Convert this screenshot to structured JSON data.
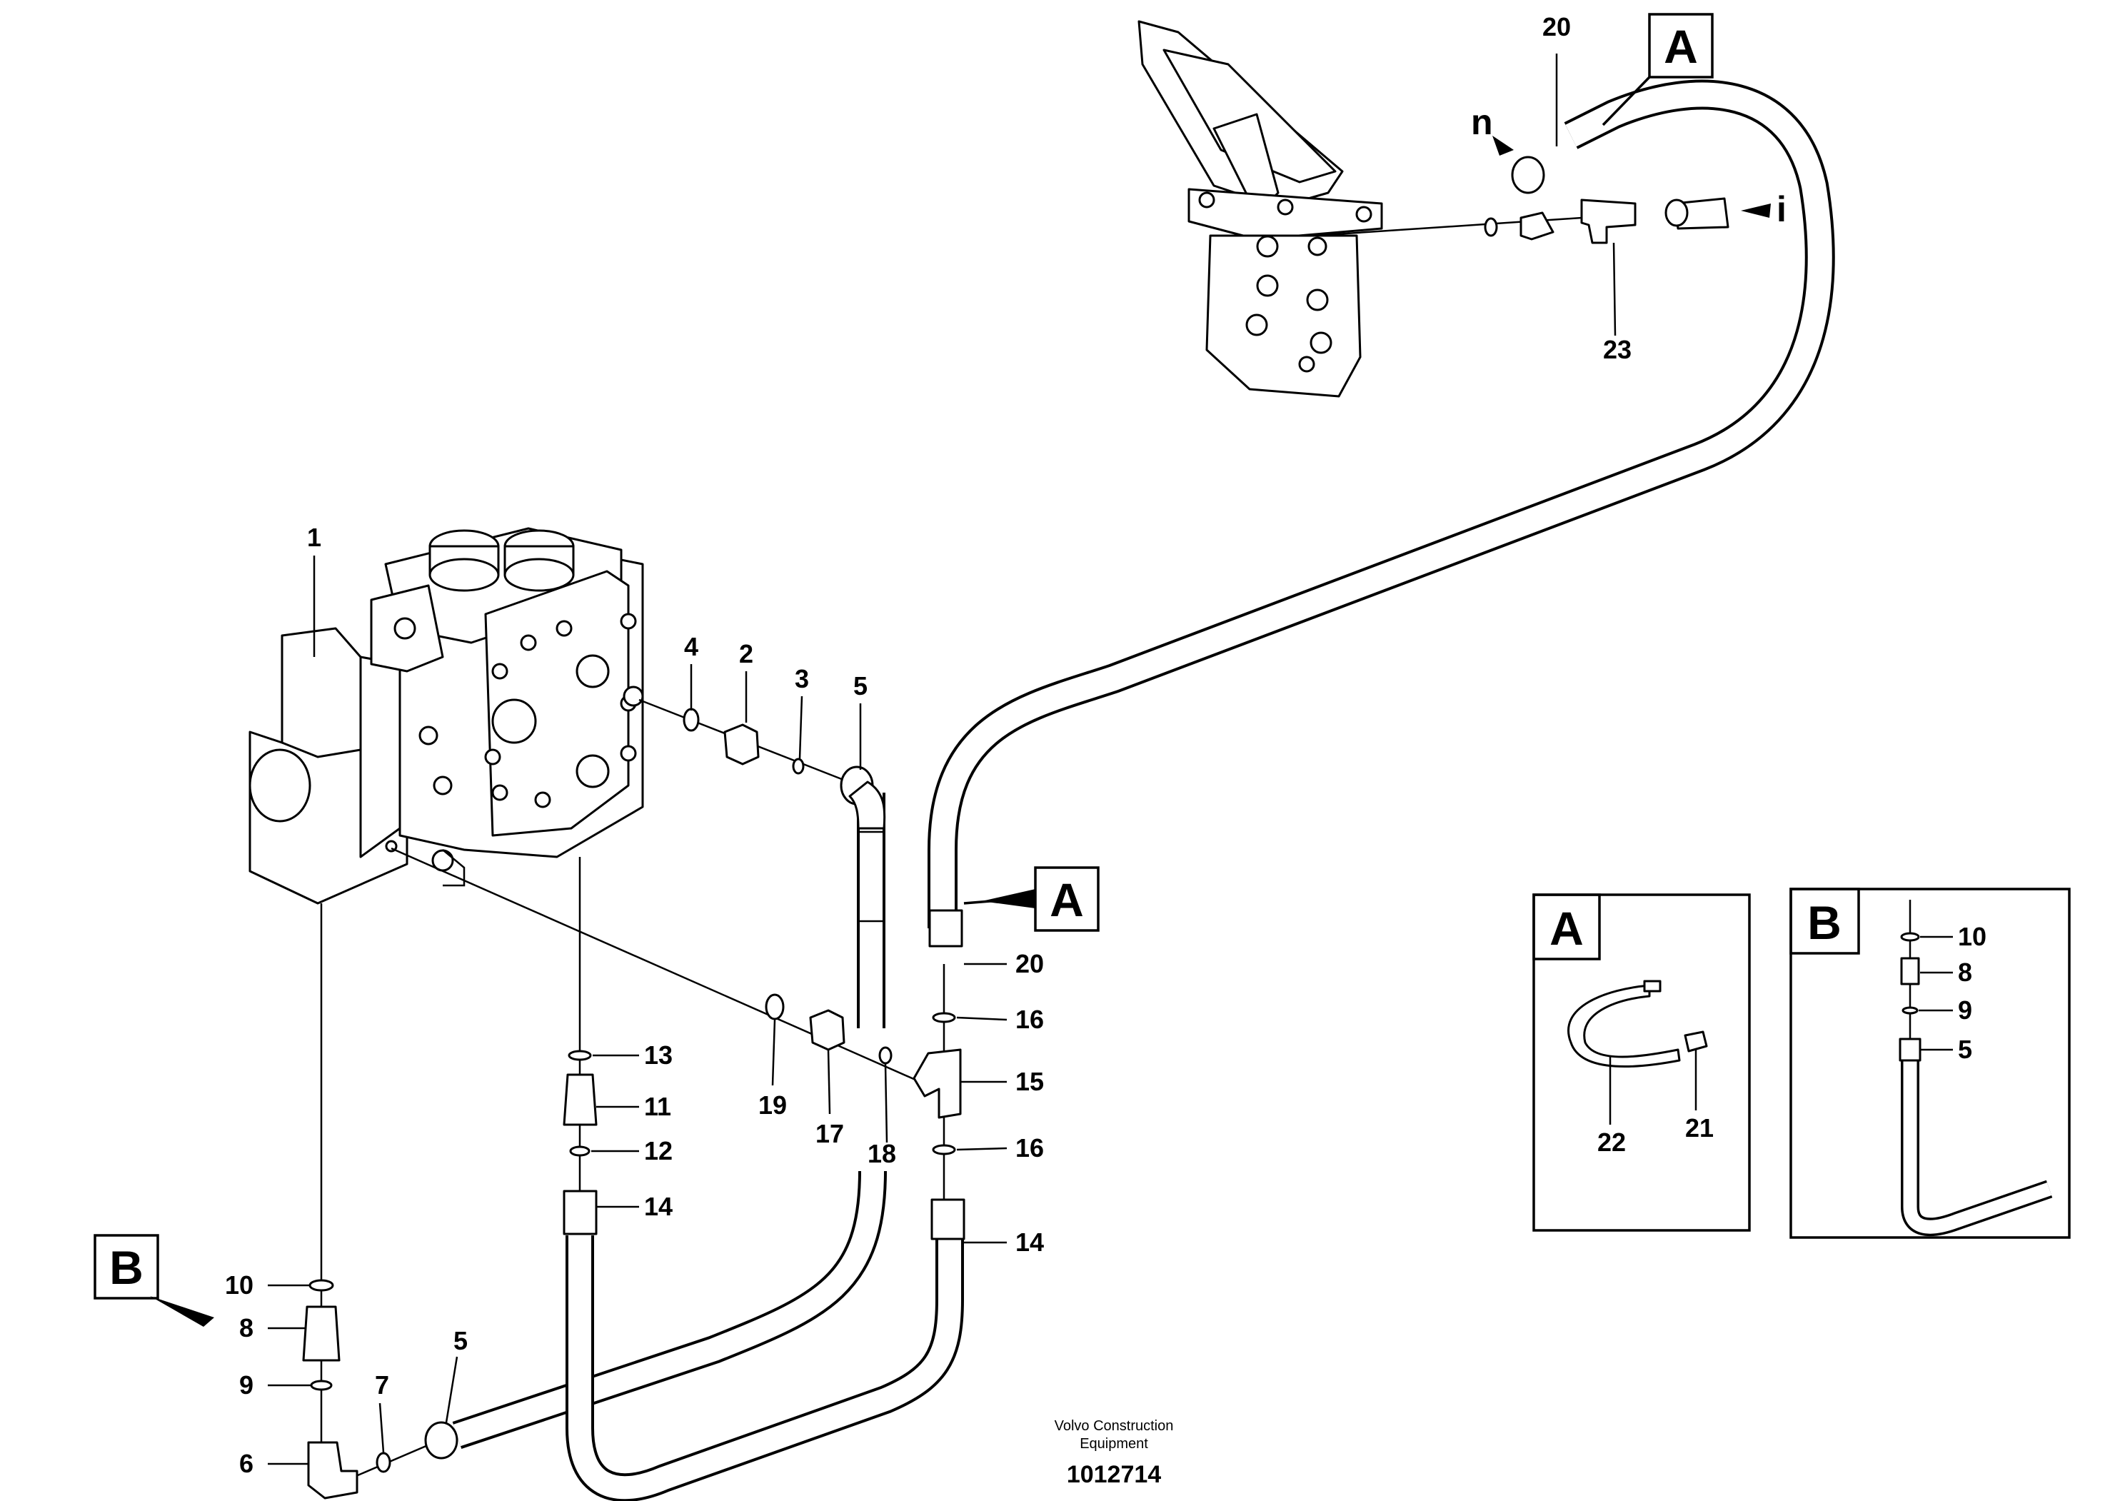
{
  "callouts": {
    "c1": "1",
    "c2": "2",
    "c3": "3",
    "c4": "4",
    "c5_top": "5",
    "c5_bottom": "5",
    "c5_b": "5",
    "c6": "6",
    "c7": "7",
    "c8": "8",
    "c8_b": "8",
    "c9": "9",
    "c9_b": "9",
    "c10": "10",
    "c10_b": "10",
    "c11": "11",
    "c12": "12",
    "c13": "13",
    "c14_left": "14",
    "c14_right": "14",
    "c15": "15",
    "c16_top": "16",
    "c16_bottom": "16",
    "c17": "17",
    "c18": "18",
    "c19": "19",
    "c20_top": "20",
    "c20_mid": "20",
    "c21": "21",
    "c22": "22",
    "c23": "23"
  },
  "reference_labels": {
    "a_top": "A",
    "a_mid": "A",
    "b_left": "B",
    "detail_a": "A",
    "detail_b": "B"
  },
  "direction_labels": {
    "n": "n",
    "i": "i"
  },
  "footer": {
    "credit_line1": "Volvo Construction",
    "credit_line2": "Equipment",
    "doc_number": "1012714"
  }
}
